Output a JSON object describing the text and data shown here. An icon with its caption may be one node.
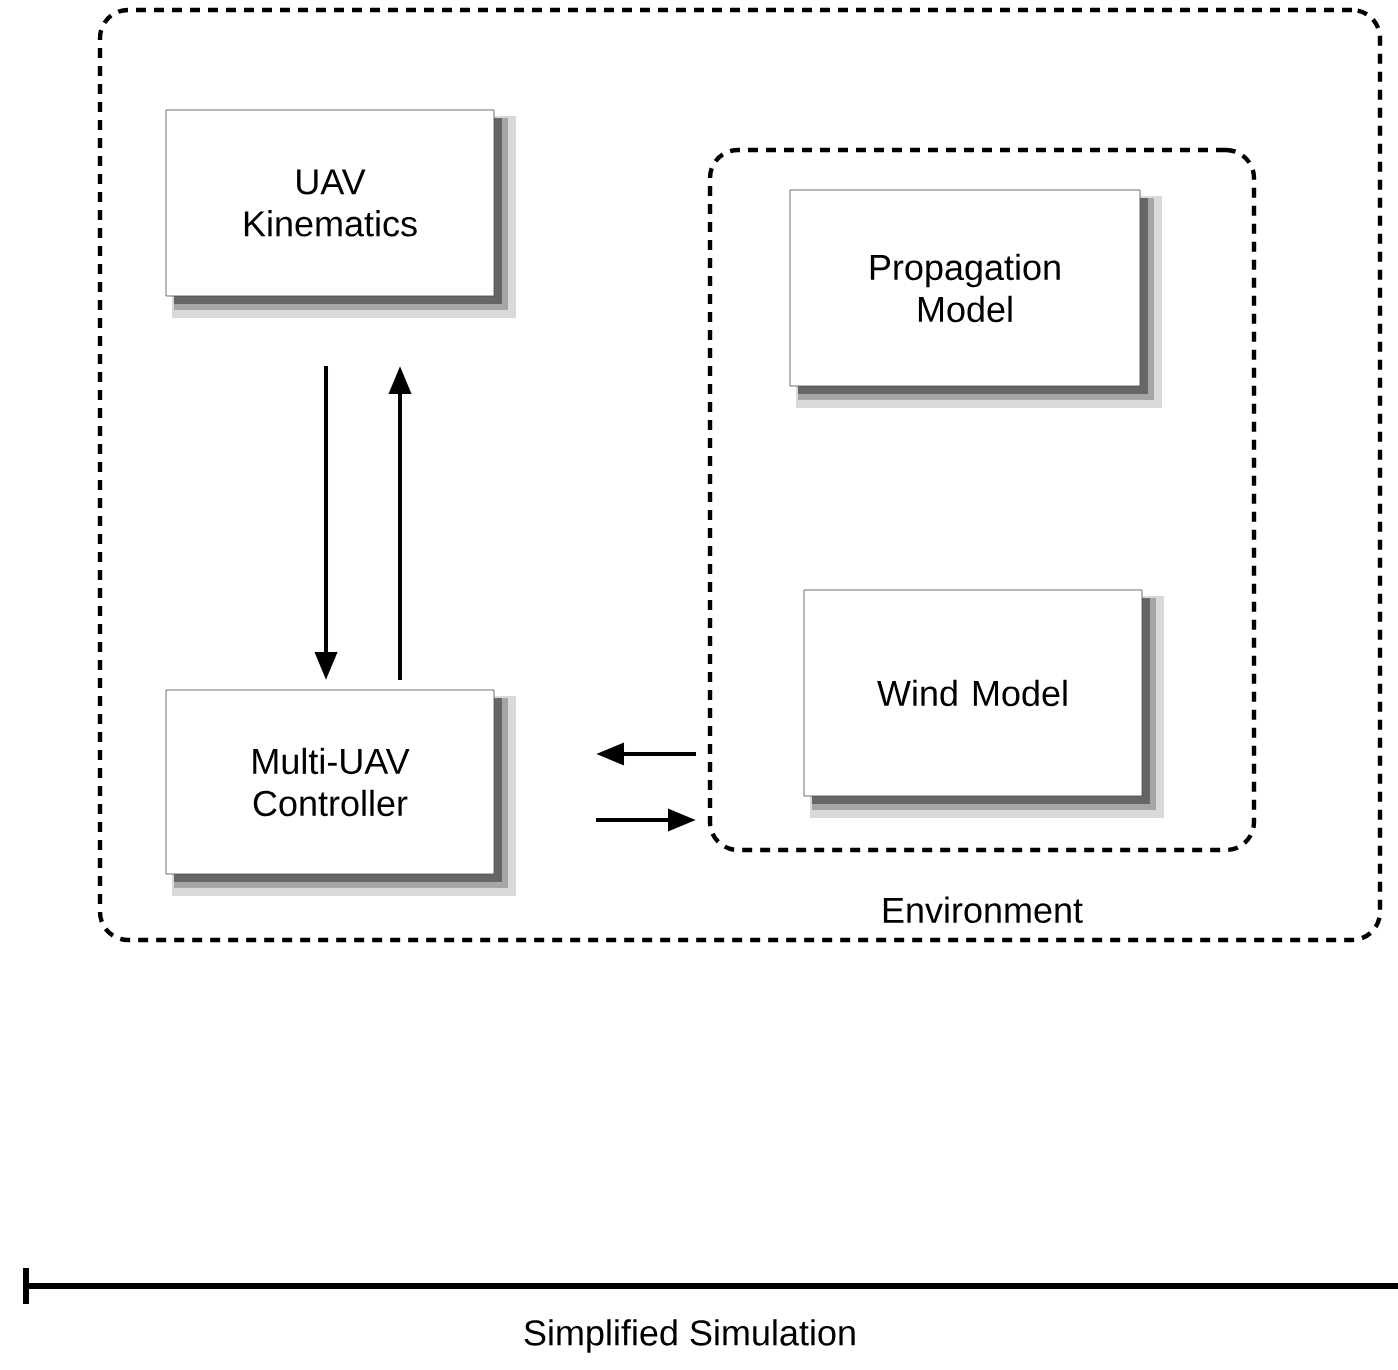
{
  "diagram": {
    "nodes": [
      {
        "text": [],
        "shape": "box"
      },
      {
        "text": [
          "UAV Kinematics"
        ],
        "in": 0
      },
      {
        "text": [
          "Environment"
        ],
        "in": 0
      },
      {
        "text": [
          "Propagation Model"
        ],
        "in": 2
      },
      {
        "text": [
          "Wind Model"
        ],
        "in": 2
      },
      {
        "text": [
          "Multi-UAV Controller"
        ],
        "in": 0
      }
    ],
    "edges": [
      {
        "from": 1,
        "to": 5,
        "arrow": "to"
      },
      {
        "from": 5,
        "to": 1,
        "arrow": "to"
      },
      {
        "from": 2,
        "to": 5,
        "arrow": "to"
      },
      {
        "from": 5,
        "to": 2,
        "arrow": "to"
      }
    ],
    "labels": [
      "Simplified Simulation"
    ]
  }
}
